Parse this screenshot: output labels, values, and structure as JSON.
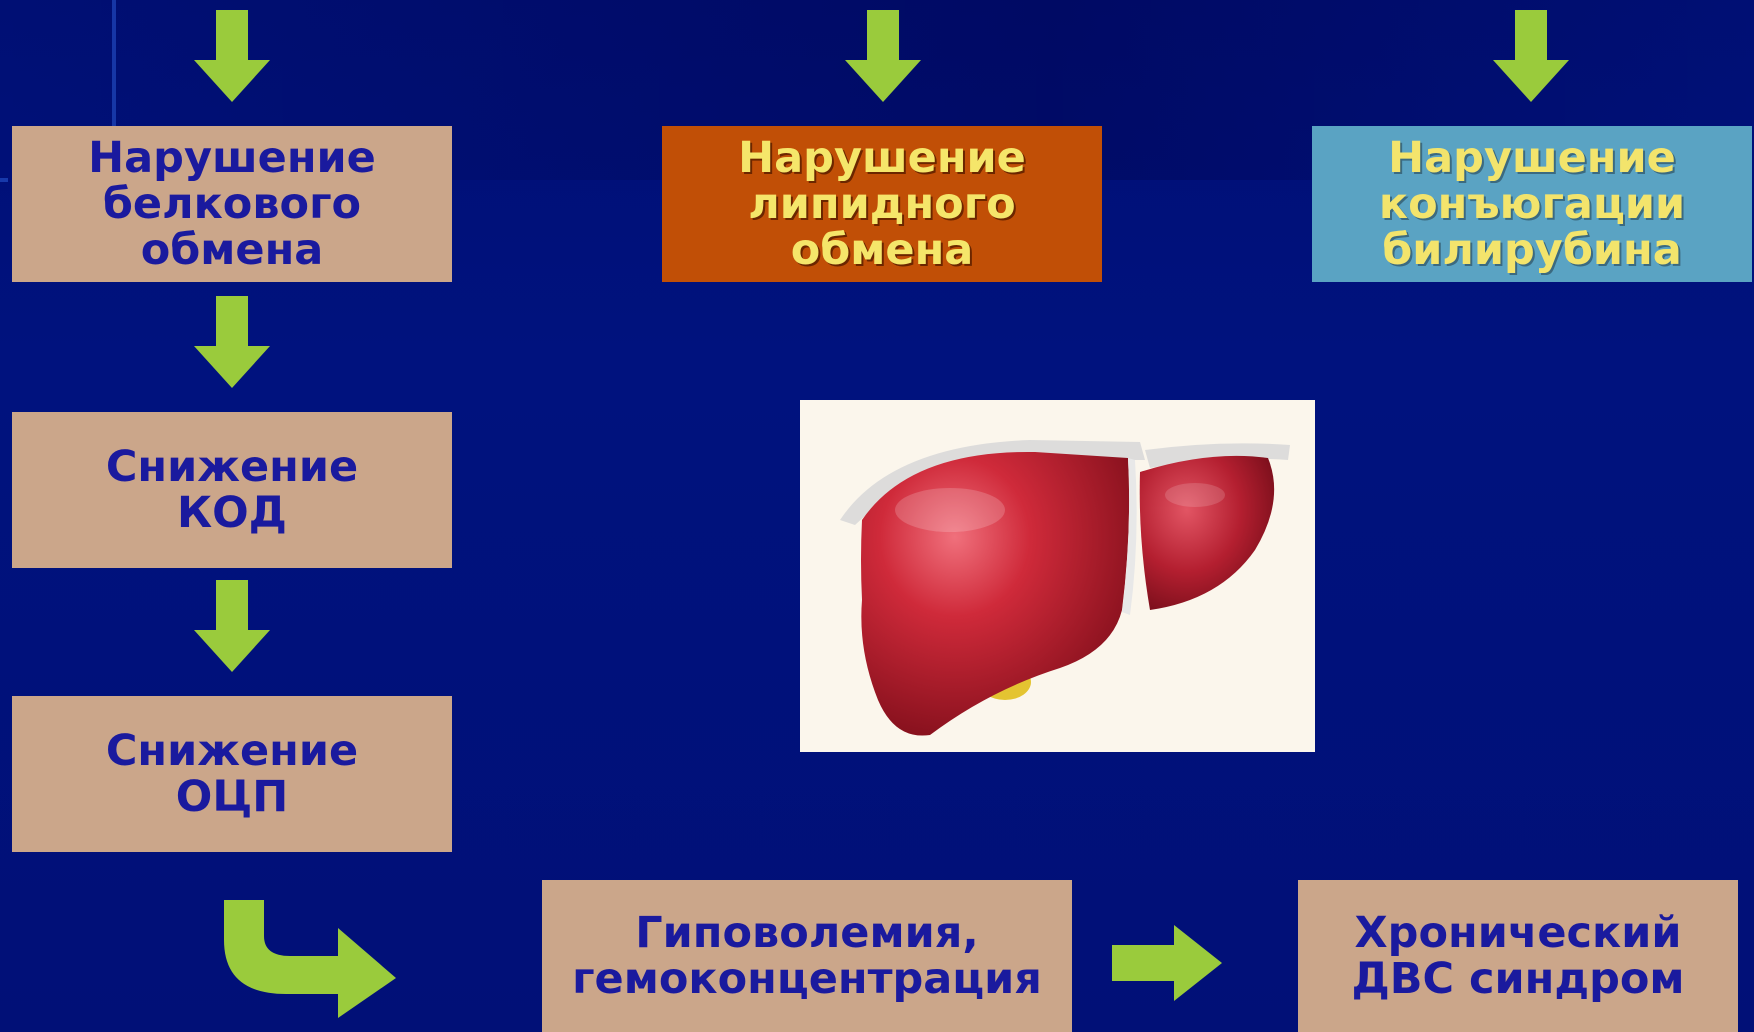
{
  "colors": {
    "background": "#000f74",
    "tan_box": "#cba68a",
    "tan_text": "#1a1a9e",
    "orange_box": "#c14f06",
    "blue_box": "#5aa3c3",
    "yellow_text": "#f5e66a",
    "arrow": "#9acb3c"
  },
  "boxes": {
    "protein": "Нарушение\nбелкового\nобмена",
    "lipid": "Нарушение\nлипидного\nобмена",
    "bilirubin": "Нарушение\nконъюгации\nбилирубина",
    "kod": "Снижение\nКОД",
    "ocp": "Снижение\nОЦП",
    "hypovolemia": "Гиповолемия,\nгемоконцентрация",
    "dic": "Хронический\nДВС синдром"
  },
  "image": {
    "icon": "liver-illustration"
  }
}
